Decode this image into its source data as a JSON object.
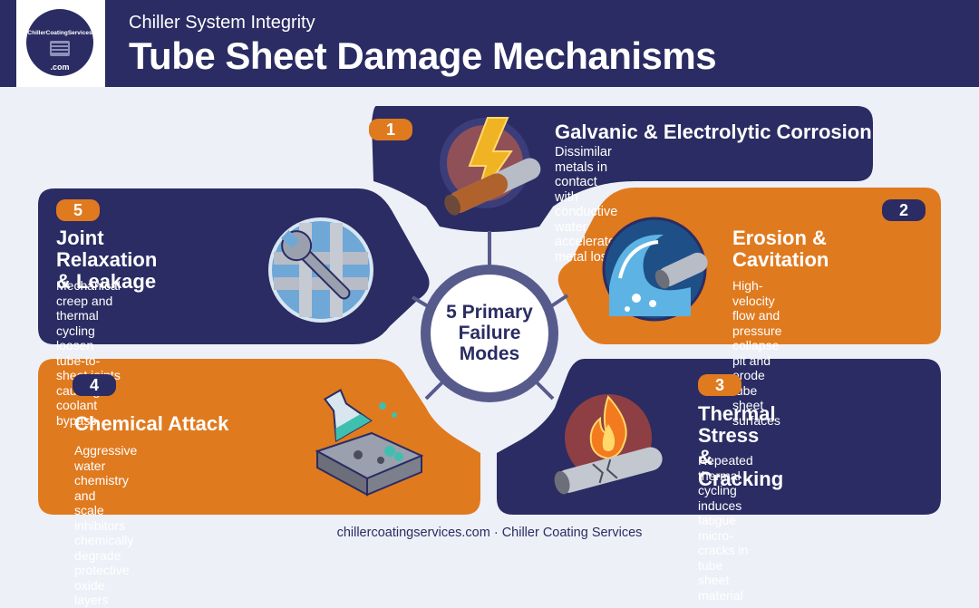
{
  "header": {
    "logo_top": "ChillerCoatingServices",
    "logo_bottom": ".com",
    "subtitle": "Chiller System Integrity",
    "title": "Tube Sheet Damage Mechanisms"
  },
  "center": {
    "label": "5 Primary\nFailure\nModes"
  },
  "mechanisms": [
    {
      "number": "1",
      "title": "Galvanic & Electrolytic Corrosion",
      "description": "Dissimilar metals in contact with conductive water\naccelerate metal loss"
    },
    {
      "number": "2",
      "title": "Erosion &\nCavitation",
      "description": "High-velocity flow and\npressure collapse pit and\nerode tube sheet surfaces"
    },
    {
      "number": "3",
      "title": "Thermal Stress\n& Cracking",
      "description": "Repeated thermal cycling induces\nfatigue micro-cracks in tube sheet\nmaterial"
    },
    {
      "number": "4",
      "title": "Chemical Attack",
      "description": "Aggressive water chemistry and\nscale inhibitors chemically\ndegrade protective oxide layers"
    },
    {
      "number": "5",
      "title": "Joint Relaxation\n& Leakage",
      "description": "Mechanical creep and thermal\ncycling loosen tube-to-sheet joints\ncausing coolant bypass"
    }
  ],
  "icons": [
    "lightning-pipe-icon",
    "wave-pipe-icon",
    "flame-pipe-icon",
    "flask-corrosion-icon",
    "wrench-pipe-icon"
  ],
  "colors": {
    "navy": "#2a2c63",
    "orange": "#e07a1f",
    "ring": "#575b8c",
    "background": "#eef0f7"
  },
  "footer": {
    "text": "chillercoatingservices.com · Chiller Coating Services"
  }
}
